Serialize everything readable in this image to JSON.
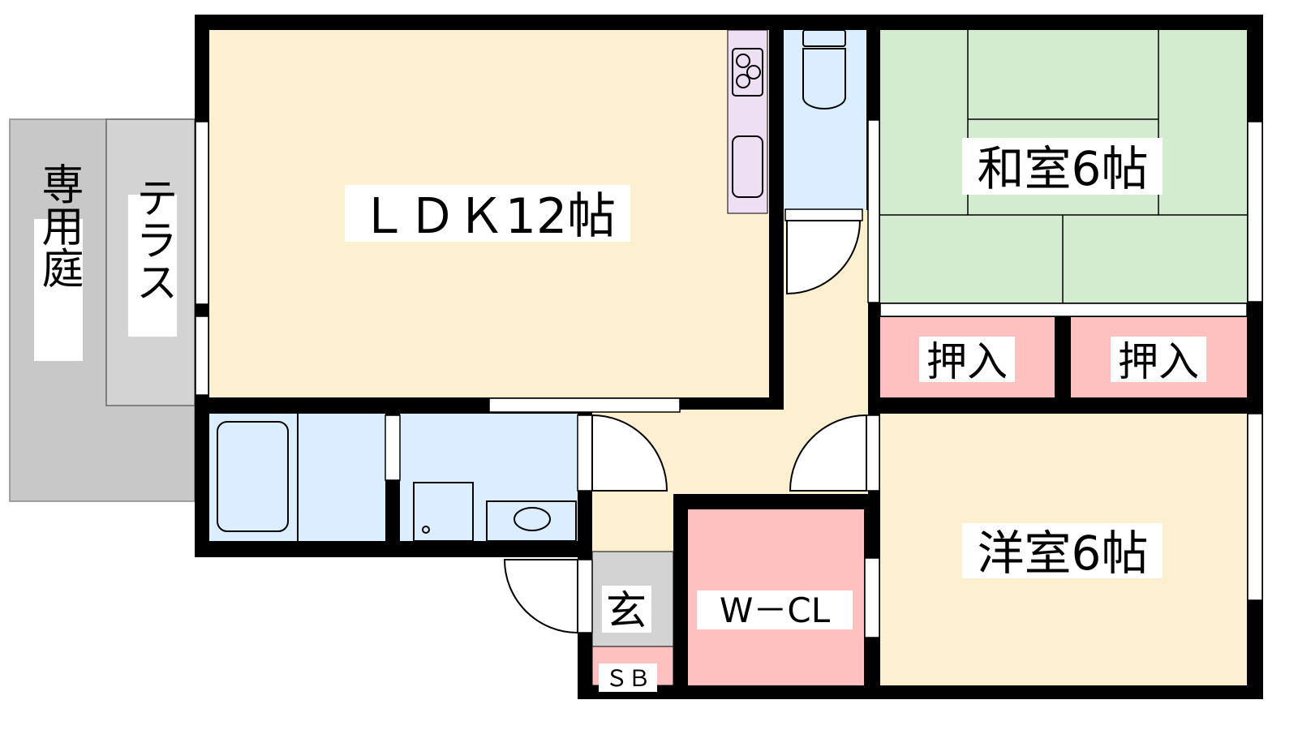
{
  "rooms": {
    "ldk": "ＬＤＫ12帖",
    "washitsu": "和室6帖",
    "oshiire_left": "押入",
    "oshiire_right": "押入",
    "youshitsu": "洋室6帖",
    "wcl": "W－CL",
    "genkan": "玄",
    "sb": "ＳＢ",
    "terrace": "テラス",
    "garden": "専用庭"
  },
  "colors": {
    "wall": "#000000",
    "ldk": "#fdf0d0",
    "washitsu": "#d3ecd0",
    "storage": "#ffc0c0",
    "water": "#dbeeff",
    "kitchen": "#eedff5",
    "genkan": "#d3d3d3",
    "garden": "#c8c8c8"
  }
}
